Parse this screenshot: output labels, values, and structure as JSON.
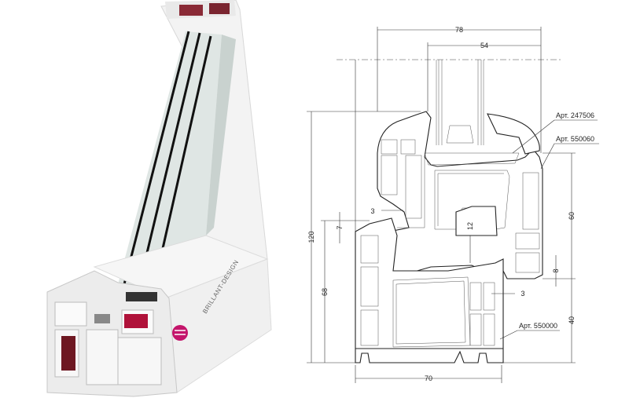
{
  "photo": {
    "brand_label": "BRILLANT-DESIGN",
    "logo_icon": "brand-logo-circle",
    "colors": {
      "seal": "#b0123a",
      "logo": "#c4156b",
      "profile": "#f4f4f4",
      "glass": "#dfe6e4"
    }
  },
  "drawing": {
    "dimensions": {
      "overall_width": "78",
      "glass_width": "54",
      "overall_height": "120",
      "frame_height": "68",
      "sash_height": "60",
      "frame_lower": "40",
      "frame_width": "70",
      "gap_left": "3",
      "overlap_left": "7",
      "rebate": "12",
      "overlap_right": "8",
      "gap_right": "3"
    },
    "callouts": [
      "Арт. 247506",
      "Арт. 550060",
      "Арт. 550000"
    ]
  }
}
